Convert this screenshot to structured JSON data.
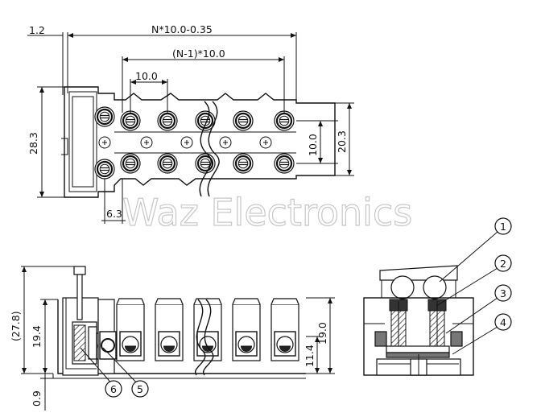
{
  "dimensions": {
    "top_offset": "1.2",
    "total_length": "N*10.0-0.35",
    "pitch_span": "(N-1)*10.0",
    "pitch": "10.0",
    "height_top": "28.3",
    "row_spacing": "10.0",
    "depth": "20.3",
    "side_offset": "6.3",
    "overall_height": "(27.8)",
    "body_height": "19.4",
    "base_thickness": "0.9",
    "screw_height": "11.4",
    "front_height": "19.0"
  },
  "callouts": [
    "1",
    "2",
    "3",
    "4",
    "5",
    "6"
  ],
  "watermark": "Waz Electronics"
}
